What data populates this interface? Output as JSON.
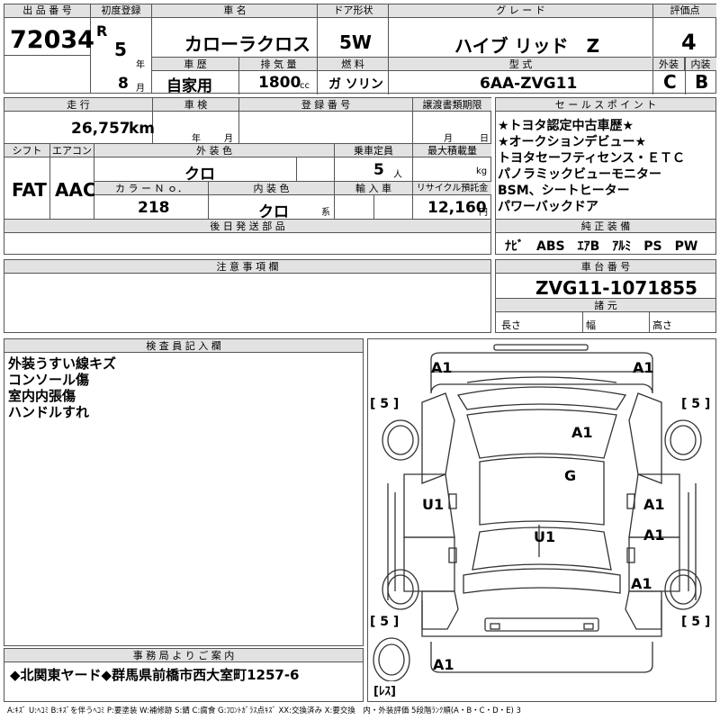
{
  "top": {
    "lot_label": "出 品 番 号",
    "lot_number": "72034",
    "first_reg_label": "初度登録",
    "era": "R",
    "year": "5",
    "year_unit": "年",
    "month": "8",
    "month_unit": "月",
    "car_name_label": "車 名",
    "car_name": "カローラクロス",
    "door_label": "ドア形状",
    "door": "5W",
    "grade_label": "グ レ ー ド",
    "grade": "ハイブ リッド　Z",
    "score_label": "評価点",
    "score": "4",
    "history_label": "車 歴",
    "history": "自家用",
    "displacement_label": "排 気 量",
    "displacement": "1800",
    "displacement_unit": "cc",
    "fuel_label": "燃 料",
    "fuel": "ガ ソリン",
    "model_label": "型 式",
    "model": "6AA-ZVG11",
    "exterior_label": "外装",
    "exterior": "C",
    "interior_label": "内装",
    "interior": "B"
  },
  "second": {
    "mileage_label": "走 行",
    "mileage": "26,757",
    "mileage_unit": "km",
    "inspection_label": "車 検",
    "inspection_year_unit": "年",
    "inspection_month_unit": "月",
    "registration_label": "登 録 番 号",
    "transfer_label": "譲渡書類期限",
    "transfer_month_unit": "月",
    "transfer_day_unit": "日",
    "shift_label": "シフト",
    "shift": "FAT",
    "ac_label": "エアコン",
    "ac": "AAC",
    "color_label": "外 装 色",
    "color": "クロ",
    "capacity_label": "乗車定員",
    "capacity": "5",
    "capacity_unit": "人",
    "load_label": "最大積載量",
    "load_unit": "kg",
    "color_no_label": "カ ラ ー Ｎ ｏ．",
    "color_no": "218",
    "int_color_label": "内 装 色",
    "int_color": "クロ",
    "int_color_unit": "系",
    "import_label": "輸 入 車",
    "recycle_label": "リサイクル預託金",
    "recycle": "12,160",
    "recycle_unit": "円",
    "later_label": "後 日 発 送 部 品"
  },
  "sales_point": {
    "label": "セ ー ル ス ポ イ ン ト",
    "lines": [
      "★トヨタ認定中古車歴★",
      "★オークションデビュー★",
      "トヨタセーフティセンス・ＥＴＣ",
      "パノラミックビューモニター",
      "BSM、シートヒーター",
      "パワーバックドア"
    ]
  },
  "equipment": {
    "label": "純 正 装 備",
    "value": "ﾅﾋﾞ　ABS　ｴｱB　ｱﾙﾐ　PS　PW"
  },
  "notes_label": "注 意 事 項 欄",
  "chassis": {
    "label": "車 台 番 号",
    "value": "ZVG11-1071855",
    "specs_label": "諸 元",
    "length_label": "長さ",
    "width_label": "幅",
    "height_label": "高さ"
  },
  "inspector": {
    "label": "検 査 員 記 入 欄",
    "lines": [
      "外装うすい線キズ",
      "コンソール傷",
      "室内内張傷",
      "ハンドルすれ"
    ]
  },
  "office": {
    "label": "事 務 局 よ り ご 案 内",
    "value": "◆北関東ヤード◆群馬県前橋市西大室町1257-6"
  },
  "diagram": {
    "marks": [
      "A1",
      "A1",
      "A1",
      "G",
      "U1",
      "A1",
      "U1",
      "A1",
      "A1",
      "A1"
    ],
    "tire_labels": [
      "[ 5 ]",
      "[ 5 ]",
      "[ 5 ]",
      "[ 5 ]"
    ],
    "spare_label": "[ﾚｽ]"
  },
  "legend": "A:ｷｽﾞ U:ﾍｺﾐ B:ｷｽﾞを伴うﾍｺﾐ P:要塗装 W:補修跡 S:錆 C:腐食 G:ﾌﾛﾝﾄｶﾞﾗｽ点ｷｽﾞ XX:交換済み X:要交換　内・外装評価 5段階ﾗﾝｸ順(A・B・C・D・E) 3"
}
